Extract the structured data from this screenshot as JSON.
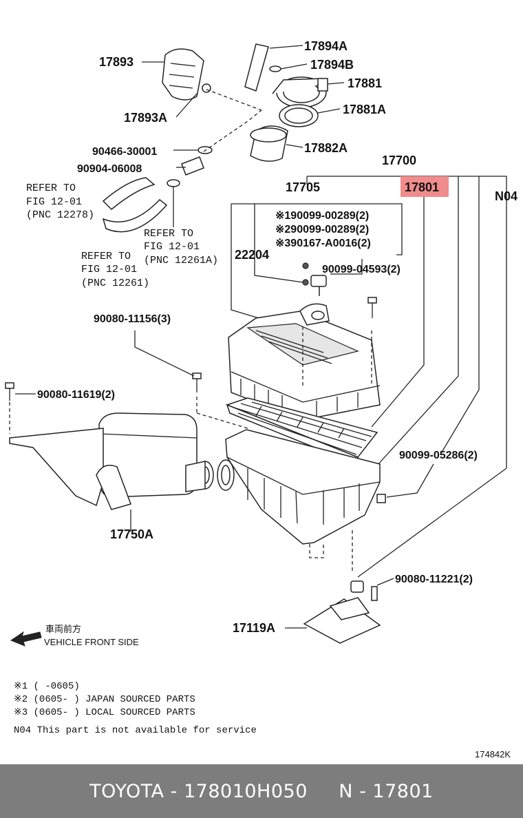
{
  "labels": {
    "p17893": "17893",
    "p17893A": "17893A",
    "p17894A": "17894A",
    "p17894B": "17894B",
    "p17881": "17881",
    "p17881A": "17881A",
    "p17882A": "17882A",
    "p90466": "90466-30001",
    "p90904": "90904-06008",
    "p17700": "17700",
    "p17705": "17705",
    "p17801": "17801",
    "pN04": "N04",
    "p22204": "22204",
    "n1": "※190099-00289(2)",
    "n2": "※290099-00289(2)",
    "n3": "※390167-A0016(2)",
    "p90099_04593": "90099-04593(2)",
    "p90080_11156": "90080-11156(3)",
    "p90080_11619": "90080-11619(2)",
    "p90099_05286": "90099-05286(2)",
    "p90080_11221": "90080-11221(2)",
    "p17750A": "17750A",
    "p17119A": "17119A",
    "ref1_l1": "REFER TO",
    "ref1_l2": "FIG 12-01",
    "ref1_l3": "(PNC 12278)",
    "ref2_l1": "REFER TO",
    "ref2_l2": "FIG 12-01",
    "ref2_l3": "(PNC 12261A)",
    "ref3_l1": "REFER TO",
    "ref3_l2": "FIG 12-01",
    "ref3_l3": "(PNC 12261)",
    "front_jp": "車両前方",
    "front_en": "VEHICLE FRONT SIDE",
    "legend1": "※1 (     -0605)",
    "legend2": "※2 (0605-     ) JAPAN SOURCED PARTS",
    "legend3": "※3 (0605-     ) LOCAL SOURCED PARTS",
    "legend4": "N04 This part is not available for service",
    "diagram_id": "174842K"
  },
  "colors": {
    "highlight": "#f08c8c",
    "footer_bg": "#7d7d7d"
  },
  "footer": {
    "text": "TOYOTA - 178010H050     N - 17801"
  }
}
